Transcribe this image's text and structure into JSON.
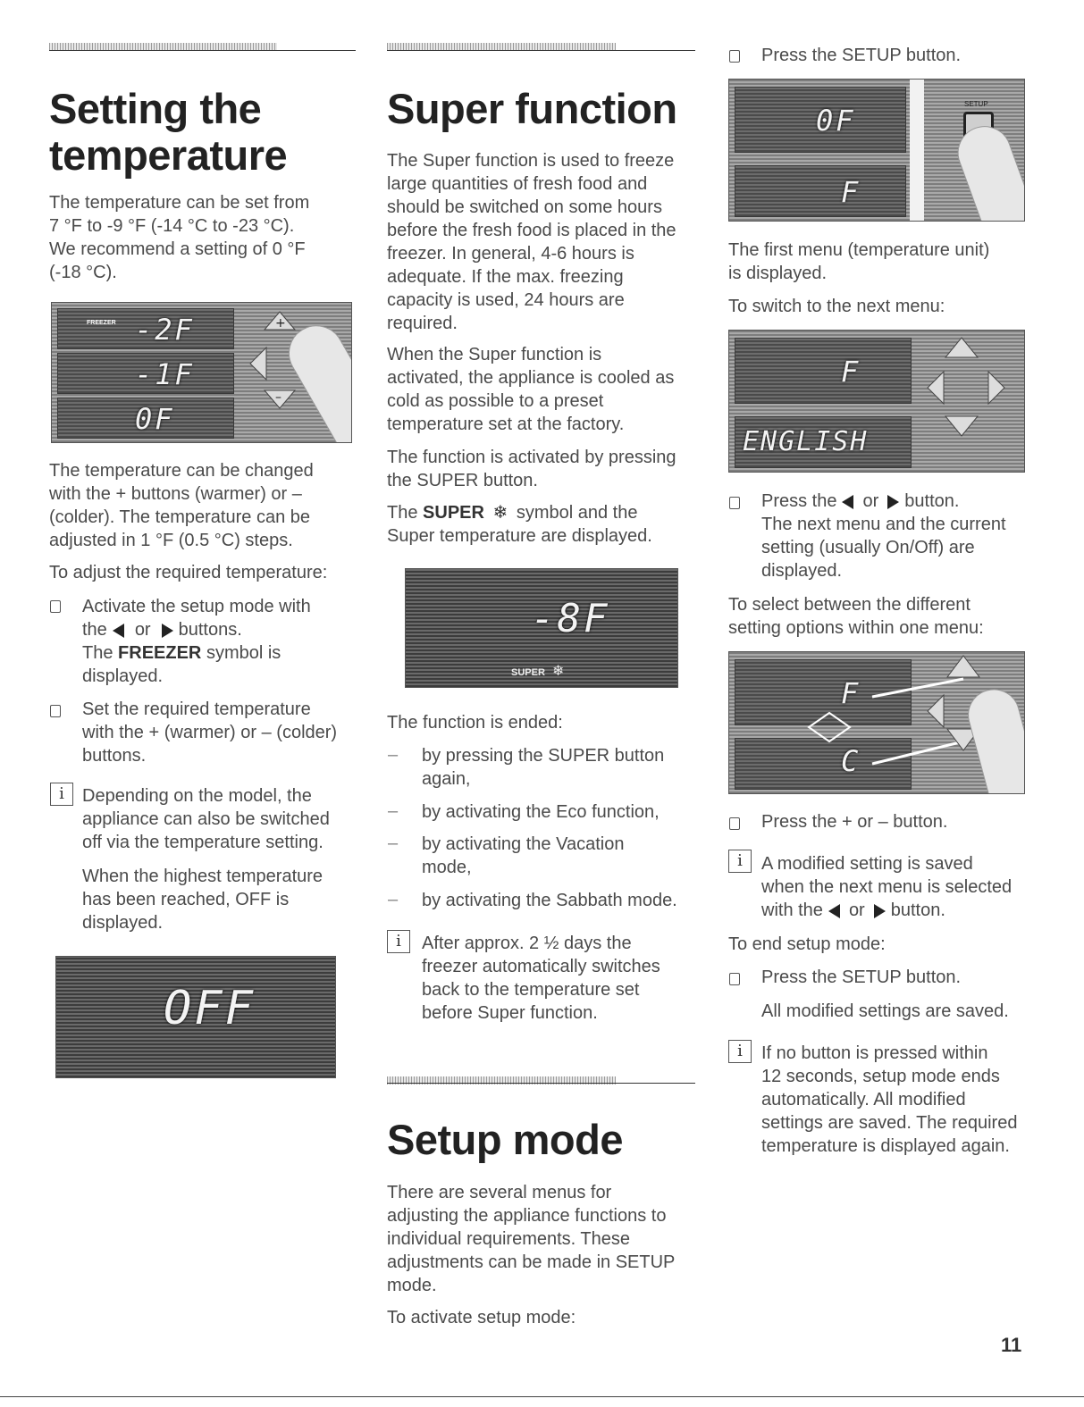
{
  "col1": {
    "title_line1": "Setting the",
    "title_line2": "temperature",
    "intro": [
      "The temperature can be set from",
      "7 °F to -9 °F (-14 °C to -23 °C).",
      "We recommend a setting of 0 °F",
      "(-18 °C)."
    ],
    "display1": {
      "small_label": "FREEZER",
      "values": [
        "-2F",
        "-1F",
        "0F"
      ]
    },
    "change_text": [
      "The temperature can be changed",
      "with the + buttons (warmer) or –",
      "(colder). The temperature can be",
      "adjusted in 1 °F (0.5 °C) steps."
    ],
    "adjust_lead": "To adjust the required temperature:",
    "step1": {
      "line1": "Activate the setup mode with",
      "the": "the",
      "or": "or",
      "buttons": "buttons.",
      "line3_pre": "The",
      "line3_bold": "FREEZER",
      "line3_post": "symbol is",
      "line4": "displayed."
    },
    "step2": [
      "Set the required temperature",
      "with the + (warmer) or – (colder)",
      "buttons."
    ],
    "info1": {
      "icon": "i",
      "lines": [
        "Depending on the model, the",
        "appliance can also be switched",
        "off via the temperature setting."
      ]
    },
    "info1b": [
      "When the highest temperature",
      "has been reached, OFF is",
      "displayed."
    ],
    "display2": {
      "value": "OFF"
    }
  },
  "col2": {
    "title": "Super function",
    "intro": [
      "The Super function is used to freeze",
      "large quantities of fresh food and",
      "should be switched on some hours",
      "before the fresh food is placed in the",
      "freezer. In general, 4-6 hours is",
      "adequate. If the max. freezing",
      "capacity is used, 24 hours are",
      "required."
    ],
    "activated": [
      "When the Super function is",
      "activated, the appliance is cooled as",
      "cold as possible to a preset",
      "temperature set at the factory."
    ],
    "pressing": [
      "The function is activated by pressing",
      "the SUPER button."
    ],
    "symbol_pre": "The",
    "symbol_bold": "SUPER",
    "symbol_icon": "❄",
    "symbol_post": "symbol and the",
    "symbol_line2": "Super temperature are displayed.",
    "display": {
      "value": "-8F",
      "label": "SUPER"
    },
    "ended_lead": "The function is ended:",
    "ended_items": [
      [
        "by pressing the SUPER button",
        "again,"
      ],
      [
        "by activating the Eco function,"
      ],
      [
        "by activating the Vacation",
        "mode,"
      ],
      [
        "by activating the Sabbath mode."
      ]
    ],
    "dash": "–",
    "info": {
      "icon": "i",
      "lines": [
        "After approx. 2 ½ days the",
        "freezer automatically switches",
        "back to the temperature set",
        "before Super function."
      ]
    },
    "setup_title": "Setup mode",
    "setup_intro": [
      "There are several menus for",
      "adjusting the appliance functions to",
      "individual requirements. These",
      "adjustments can be made in SETUP",
      "mode."
    ],
    "setup_lead": "To activate setup mode:"
  },
  "col3": {
    "press_setup": "Press the SETUP button.",
    "display1": {
      "top": "0F",
      "bottom": "F",
      "button": "SETUP"
    },
    "first_menu": [
      "The first menu (temperature unit)",
      "is displayed."
    ],
    "switch_lead": "To switch to the next menu:",
    "display2": {
      "top": "F",
      "bottom": "ENGLISH"
    },
    "step_press": {
      "pre": "Press the",
      "or": "or",
      "post": "button.",
      "lines": [
        "The next menu and the current",
        "setting (usually On/Off) are",
        "displayed."
      ]
    },
    "select_lead": [
      "To select between the different",
      "setting options within one menu:"
    ],
    "display3": {
      "top": "F",
      "bottom": "C"
    },
    "press_plus": "Press the + or – button.",
    "info1": {
      "icon": "i",
      "line1": "A modified setting is saved",
      "line2": "when the next menu is selected",
      "pre": "with the",
      "or": "or",
      "post": "button."
    },
    "end_lead": "To end setup mode:",
    "press_setup2": "Press the SETUP button.",
    "saved": "All modified settings are saved.",
    "info2": {
      "icon": "i",
      "lines": [
        "If no button is pressed within",
        "12 seconds, setup mode ends",
        "automatically. All modified",
        "settings are saved. The required",
        "temperature is displayed again."
      ]
    }
  },
  "page_number": "11"
}
